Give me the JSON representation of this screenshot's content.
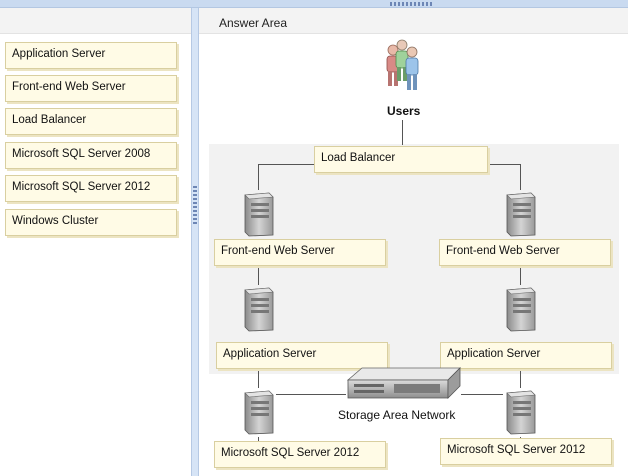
{
  "answer_area": {
    "title": "Answer Area",
    "users_label": "Users",
    "san_label": "Storage Area Network"
  },
  "source_items": [
    {
      "label": "Application Server"
    },
    {
      "label": "Front-end Web Server"
    },
    {
      "label": "Load Balancer"
    },
    {
      "label": "Microsoft SQL Server 2008"
    },
    {
      "label": "Microsoft SQL Server 2012"
    },
    {
      "label": "Windows Cluster"
    }
  ],
  "placed": {
    "top": {
      "label": "Load Balancer"
    },
    "web_left": {
      "label": "Front-end Web Server"
    },
    "web_right": {
      "label": "Front-end Web Server"
    },
    "app_left": {
      "label": "Application Server"
    },
    "app_right": {
      "label": "Application Server"
    },
    "sql_left": {
      "label": "Microsoft SQL Server 2012"
    },
    "sql_right": {
      "label": "Microsoft SQL Server 2012"
    }
  }
}
